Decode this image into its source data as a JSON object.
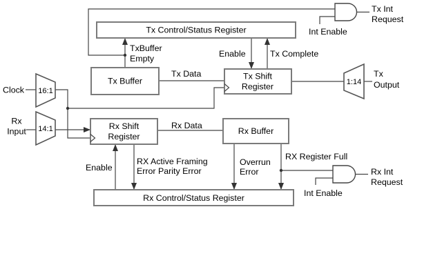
{
  "boxes": {
    "tx_csr": "Tx Control/Status Register",
    "tx_buffer": "Tx Buffer",
    "tx_shift_1": "Tx Shift",
    "tx_shift_2": "Register",
    "rx_shift_1": "Rx Shift",
    "rx_shift_2": "Register",
    "rx_buffer": "Rx Buffer",
    "rx_csr": "Rx Control/Status Register"
  },
  "converters": {
    "clock_divider": "16:1",
    "rx_divider": "14:1",
    "tx_output_converter": "1:14"
  },
  "labels": {
    "clock": "Clock",
    "rx_input_1": "Rx",
    "rx_input_2": "Input",
    "txbuffer_empty_1": "TxBuffer",
    "txbuffer_empty_2": "Empty",
    "tx_data": "Tx Data",
    "tx_enable": "Enable",
    "tx_complete": "Tx Complete",
    "tx_int_enable": "Int Enable",
    "tx_int_request_1": "Tx Int",
    "tx_int_request_2": "Request",
    "tx_output_1": "Tx",
    "tx_output_2": "Output",
    "rx_data": "Rx Data",
    "rx_enable": "Enable",
    "rx_error_1": "RX Active Framing",
    "rx_error_2": "Error Parity Error",
    "overrun_1": "Overrun",
    "overrun_2": "Error",
    "rx_register_full": "RX Register Full",
    "rx_int_enable": "Int Enable",
    "rx_int_request_1": "Rx Int",
    "rx_int_request_2": "Request"
  },
  "colors": {
    "wire": "#444444",
    "box_border": "#7a7a7a",
    "text": "#000000",
    "background": "#ffffff"
  }
}
